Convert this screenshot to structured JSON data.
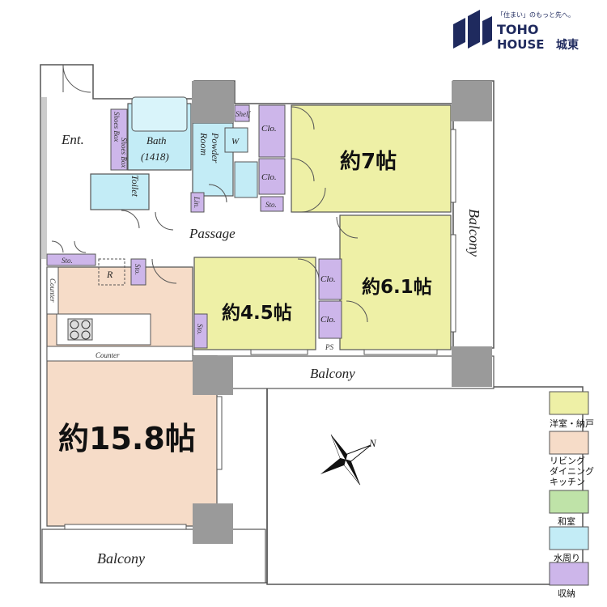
{
  "brand": {
    "tagline": "「住まい」のもっと先へ。",
    "line1": "TOHO",
    "line2": "HOUSE",
    "suffix": "城東"
  },
  "colors": {
    "western": "#eef0a6",
    "living": "#f6dcc8",
    "japanese": "#bfe3a8",
    "water": "#c3ecf6",
    "storage": "#cdb6ea",
    "wall": "#9a9a9a"
  },
  "rooms": {
    "entrance": "Ent.",
    "bath": "Bath",
    "bath_size": "(1418)",
    "powder": "Powder",
    "powder2": "Room",
    "washer": "W",
    "toilet": "Toilet",
    "shelf": "Shelf",
    "shoes1": "Shoes Box",
    "shoes2": "Shoes Box",
    "lin": "Lin.",
    "sto": "Sto.",
    "clo": "Clo.",
    "passage": "Passage",
    "fridge": "R",
    "counter_vertical": "Counter",
    "counter": "Counter",
    "ps": "PS",
    "balcony": "Balcony"
  },
  "room_sizes": {
    "room_a": "約7帖",
    "room_b": "約6.1帖",
    "room_c": "約4.5帖",
    "ldk": "約15.8帖"
  },
  "compass": {
    "north": "N"
  },
  "legend": [
    {
      "label": "洋室・納戸",
      "color": "#eef0a6"
    },
    {
      "label": "リビング\nダイニング\nキッチン",
      "color": "#f6dcc8"
    },
    {
      "label": "和室",
      "color": "#bfe3a8"
    },
    {
      "label": "水周り",
      "color": "#c3ecf6"
    },
    {
      "label": "収納",
      "color": "#cdb6ea"
    }
  ]
}
